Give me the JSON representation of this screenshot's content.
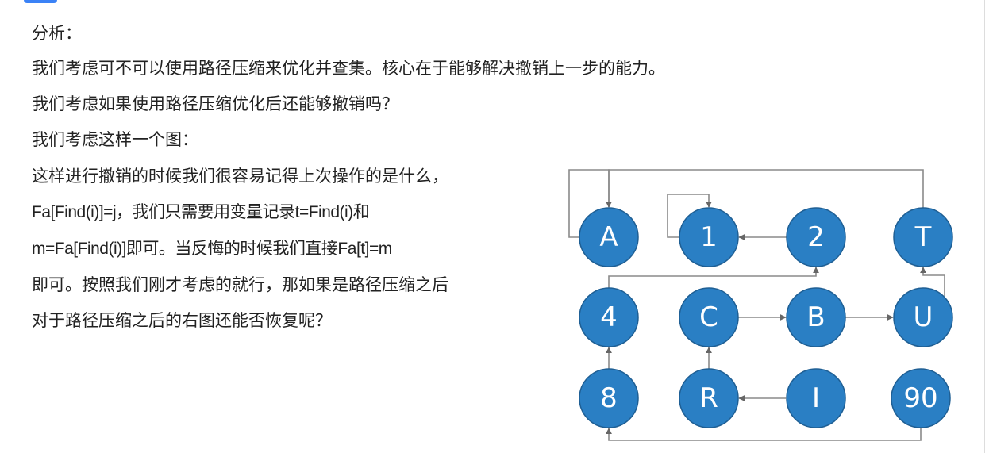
{
  "text": {
    "lines": [
      "分析：",
      "我们考虑可不可以使用路径压缩来优化并查集。核心在于能够解决撤销上一步的能力。",
      "我们考虑如果使用路径压缩优化后还能够撤销吗？",
      "我们考虑这样一个图：",
      "这样进行撤销的时候我们很容易记得上次操作的是什么，",
      "Fa[Find(i)]=j，我们只需要用变量记录t=Find(i)和",
      "m=Fa[Find(i)]即可。当反悔的时候我们直接Fa[t]=m",
      "即可。按照我们刚才考虑的就行，那如果是路径压缩之后",
      "对于路径压缩之后的右图还能否恢复呢？"
    ]
  },
  "diagram": {
    "node_color": "#2a7fc4",
    "nodes": [
      "A",
      "1",
      "2",
      "T",
      "4",
      "C",
      "B",
      "U",
      "8",
      "R",
      "I",
      "90"
    ],
    "edges": [
      [
        "A",
        "A"
      ],
      [
        "1",
        "1"
      ],
      [
        "2",
        "1"
      ],
      [
        "T",
        "A"
      ],
      [
        "4",
        "2"
      ],
      [
        "U",
        "T"
      ],
      [
        "C",
        "B"
      ],
      [
        "B",
        "U"
      ],
      [
        "8",
        "4"
      ],
      [
        "R",
        "C"
      ],
      [
        "I",
        "R"
      ],
      [
        "90",
        "8"
      ]
    ]
  }
}
